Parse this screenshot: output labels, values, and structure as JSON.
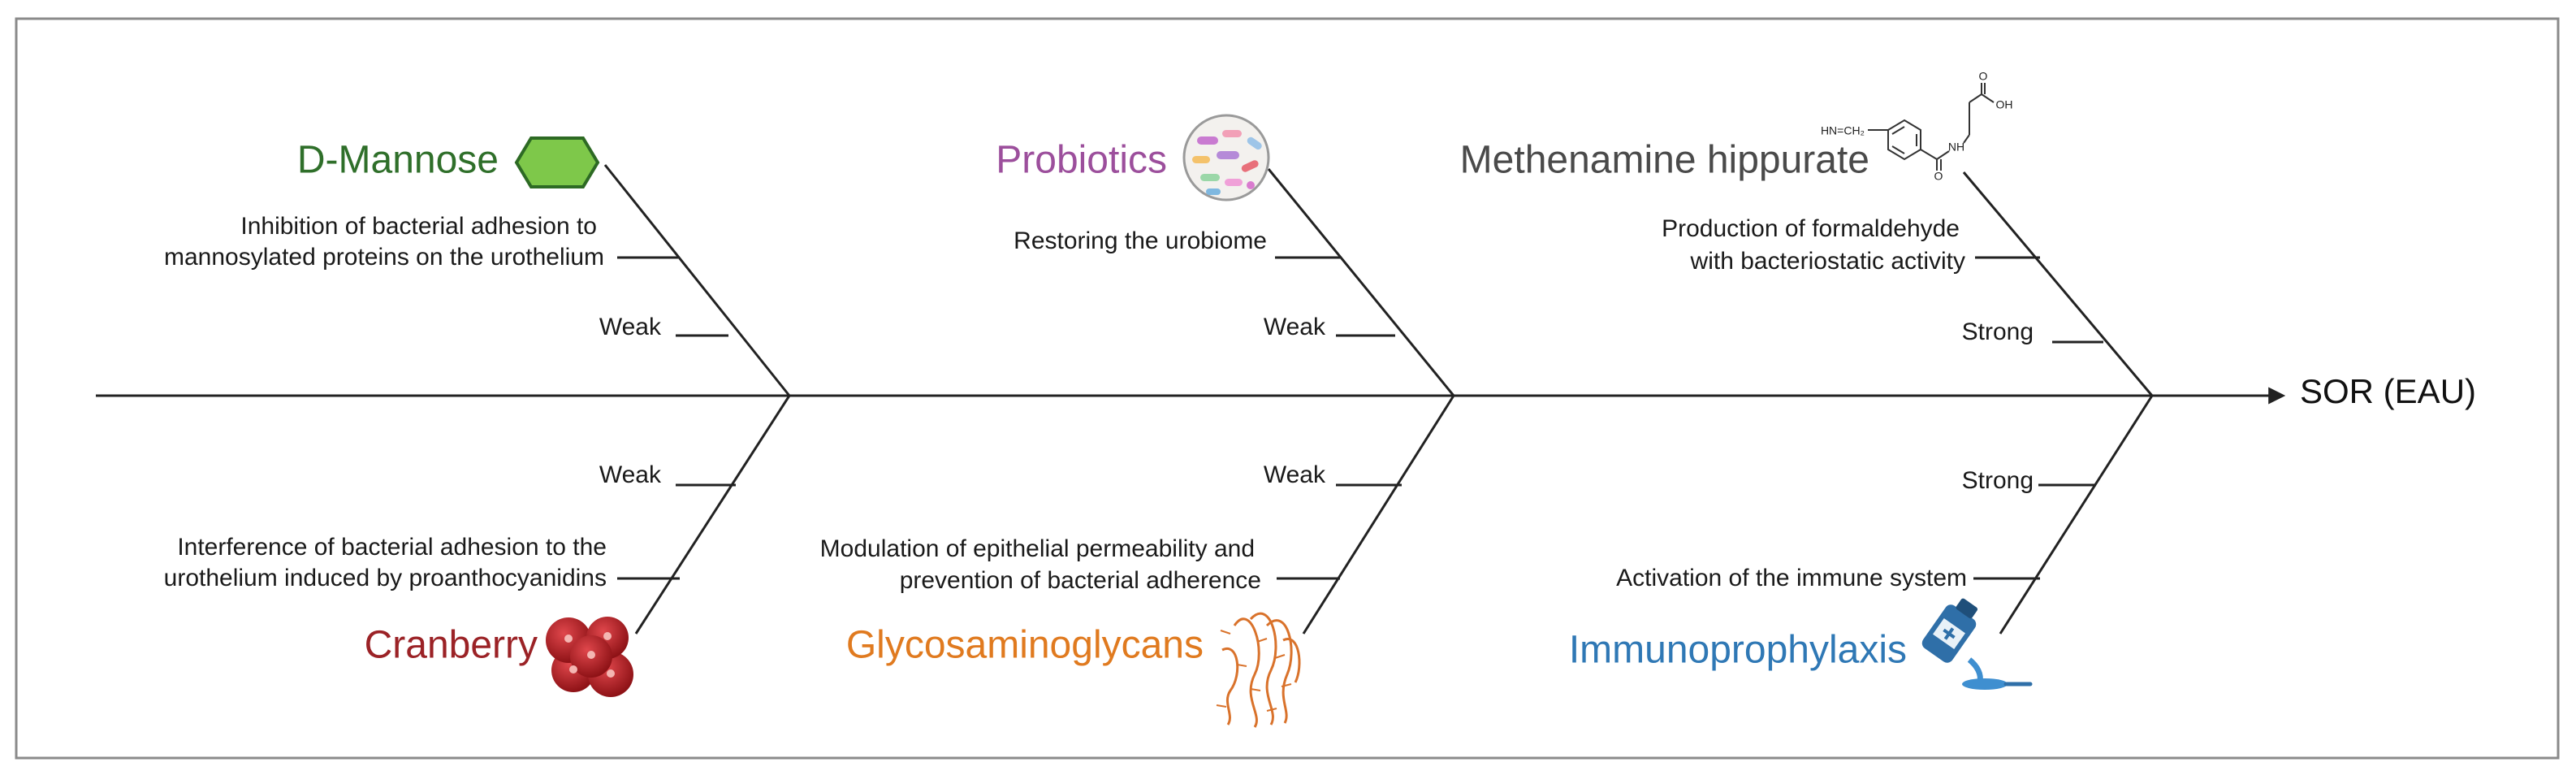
{
  "diagram": {
    "axis_label": "SOR (EAU)",
    "colors": {
      "line": "#222222",
      "frame": "#8a8a8a",
      "d_mannose": "#2f6f2a",
      "probiotics": "#9c4f9c",
      "methenamine": "#4a4a4a",
      "cranberry": "#9b2226",
      "gag": "#e07a1f",
      "immuno": "#2f78b5"
    },
    "branches": [
      {
        "id": "d-mannose",
        "title": "D-Mannose",
        "mechanism_lines": [
          "Inhibition of bacterial adhesion to",
          "mannosylated proteins on the urothelium"
        ],
        "strength": "Weak",
        "icon": "hexagon-icon"
      },
      {
        "id": "probiotics",
        "title": "Probiotics",
        "mechanism_lines": [
          "Restoring the urobiome"
        ],
        "strength": "Weak",
        "icon": "bacteria-icon"
      },
      {
        "id": "methenamine",
        "title": "Methenamine hippurate",
        "mechanism_lines": [
          "Production of formaldehyde",
          "with bacteriostatic activity"
        ],
        "strength": "Strong",
        "icon": "molecule-structure-icon",
        "icon_labels": {
          "left": "HN=CH₂",
          "nh": "NH",
          "oh": "OH",
          "o_top": "O",
          "o_bottom": "O"
        }
      },
      {
        "id": "cranberry",
        "title": "Cranberry",
        "mechanism_lines": [
          "Interference of bacterial adhesion to the",
          "urothelium induced by proanthocyanidins"
        ],
        "strength": "Weak",
        "icon": "cranberry-icon"
      },
      {
        "id": "glycosaminoglycans",
        "title": "Glycosaminoglycans",
        "mechanism_lines": [
          "Modulation of epithelial permeability and",
          "prevention of bacterial adherence"
        ],
        "strength": "Weak",
        "icon": "gag-structure-icon"
      },
      {
        "id": "immunoprophylaxis",
        "title": "Immunoprophylaxis",
        "mechanism_lines": [
          "Activation of the immune system"
        ],
        "strength": "Strong",
        "icon": "medicine-bottle-icon"
      }
    ]
  }
}
